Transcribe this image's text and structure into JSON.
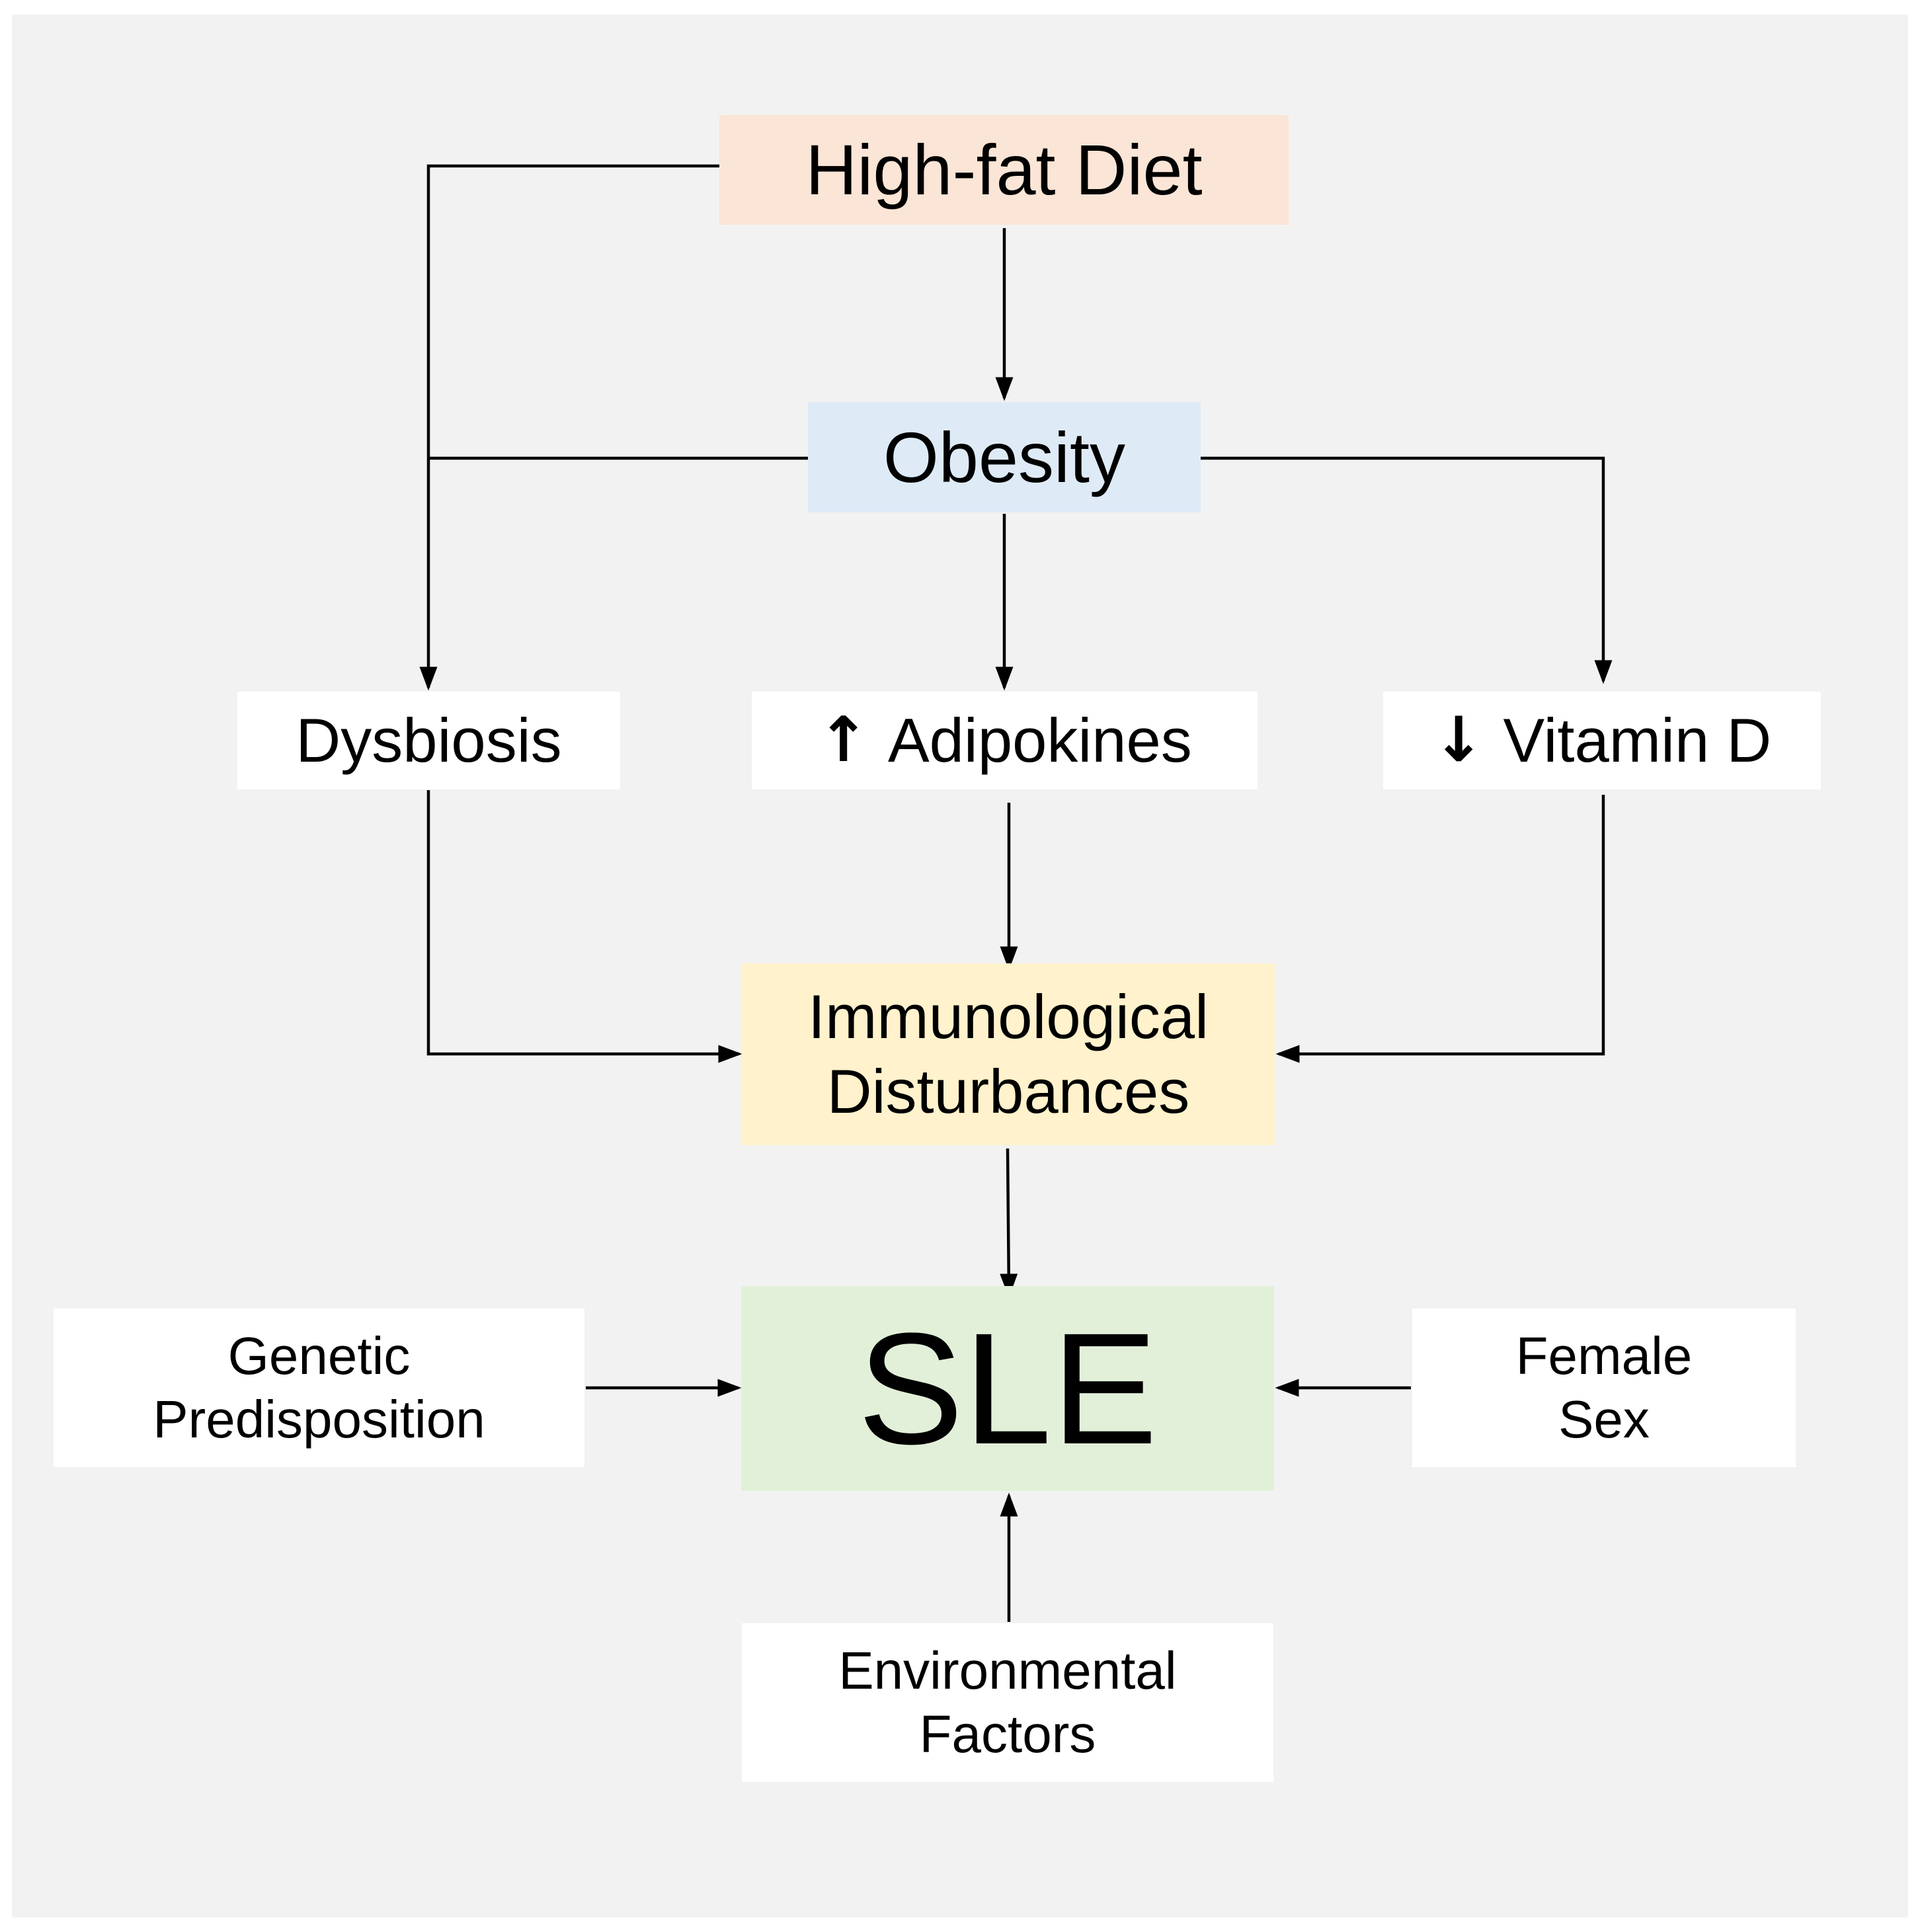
{
  "colors": {
    "background": "#f2f2f2",
    "high_fat_diet": "#fbe5d6",
    "obesity": "#deebf7",
    "intermediate": "#ffffff",
    "immunological": "#fff2cc",
    "sle": "#e2f0d9",
    "line": "#000000"
  },
  "nodes": {
    "high_fat_diet": "High-fat Diet",
    "obesity": "Obesity",
    "dysbiosis": "Dysbiosis",
    "adipokines": "Adipokines",
    "adipokines_icon": "up-arrow-icon",
    "vitamin_d": "Vitamin D",
    "vitamin_d_icon": "down-arrow-icon",
    "immunological_line1": "Immunological",
    "immunological_line2": "Disturbances",
    "sle": "SLE",
    "genetic_line1": "Genetic",
    "genetic_line2": "Predisposition",
    "female_line1": "Female",
    "female_line2": "Sex",
    "environmental_line1": "Environmental",
    "environmental_line2": "Factors"
  },
  "edges": [
    {
      "from": "High-fat Diet",
      "to": "Obesity"
    },
    {
      "from": "High-fat Diet",
      "to": "Dysbiosis"
    },
    {
      "from": "Obesity",
      "to": "Dysbiosis"
    },
    {
      "from": "Obesity",
      "to": "Adipokines"
    },
    {
      "from": "Obesity",
      "to": "Vitamin D"
    },
    {
      "from": "Dysbiosis",
      "to": "Immunological Disturbances"
    },
    {
      "from": "Adipokines",
      "to": "Immunological Disturbances"
    },
    {
      "from": "Vitamin D",
      "to": "Immunological Disturbances"
    },
    {
      "from": "Immunological Disturbances",
      "to": "SLE"
    },
    {
      "from": "Genetic Predisposition",
      "to": "SLE"
    },
    {
      "from": "Female Sex",
      "to": "SLE"
    },
    {
      "from": "Environmental Factors",
      "to": "SLE"
    }
  ]
}
